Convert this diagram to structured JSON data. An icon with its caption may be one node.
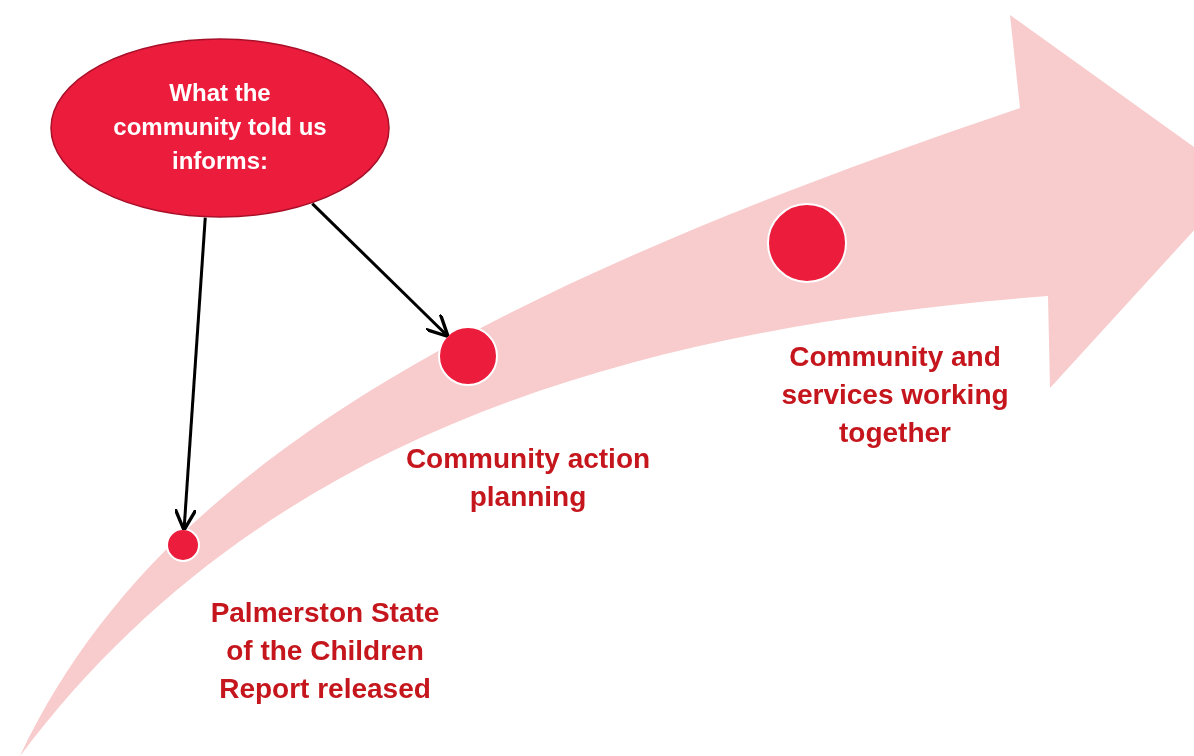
{
  "diagram": {
    "nodes": [
      {
        "text": [
          "What the community told us informs:"
        ]
      },
      {
        "text": [],
        "shape": "arrow"
      },
      {
        "text": [],
        "shape": "circle",
        "in": 1,
        "beside": [
          "Palmerston State of the Children Report released"
        ]
      },
      {
        "text": [],
        "shape": "circle",
        "in": 1,
        "beside": [
          "Community action planning"
        ]
      },
      {
        "text": [],
        "shape": "circle",
        "in": 1,
        "beside": [
          "Community and services working together"
        ]
      }
    ],
    "edges": [
      {
        "from": 0,
        "to": 2,
        "arrow": "to"
      },
      {
        "from": 0,
        "to": 3,
        "arrow": "to"
      }
    ]
  }
}
